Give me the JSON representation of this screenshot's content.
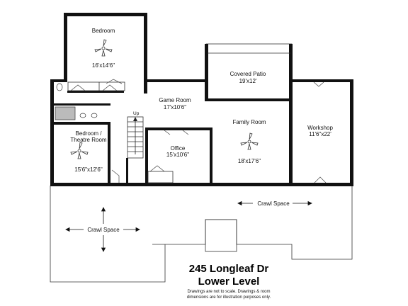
{
  "rooms": {
    "bedroom": {
      "name": "Bedroom",
      "dims": "16'x14'6\""
    },
    "covered_patio": {
      "name": "Covered Patio",
      "dims": "19'x12'"
    },
    "game_room": {
      "name": "Game Room",
      "dims": "17'x10'6\""
    },
    "family_room": {
      "name": "Family Room",
      "dims": "18'x17'6\""
    },
    "workshop": {
      "name": "Workshop",
      "dims": "11'6\"x22'"
    },
    "bedroom_theatre": {
      "name_line1": "Bedroom /",
      "name_line2": "Theatre Room",
      "dims": "15'6\"x12'6\""
    },
    "office": {
      "name": "Office",
      "dims": "15'x10'6\""
    }
  },
  "stairs_label": "Up",
  "crawl_space_left": "Crawl Space",
  "crawl_space_right": "Crawl Space",
  "title": {
    "line1": "245 Longleaf Dr",
    "line2": "Lower Level"
  },
  "disclaimer": {
    "line1": "Drawings are not to scale. Drawings & room",
    "line2": "dimensions are for illustration purposes only."
  }
}
